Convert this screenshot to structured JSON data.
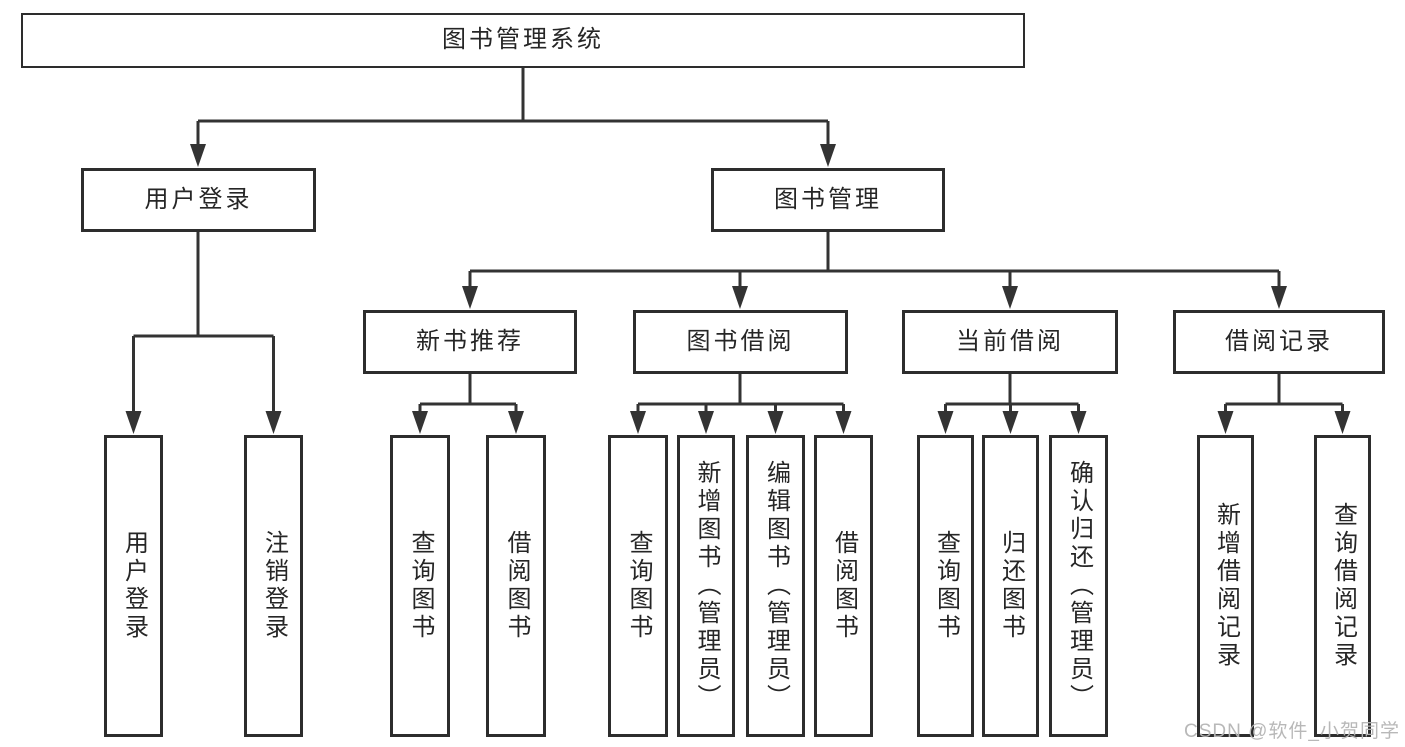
{
  "tree": {
    "root": {
      "label": "图书管理系统"
    },
    "branches": [
      {
        "label": "用户登录",
        "children": [
          {
            "label": "用户登录"
          },
          {
            "label": "注销登录"
          }
        ]
      },
      {
        "label": "图书管理",
        "children": [
          {
            "label": "新书推荐",
            "children": [
              {
                "label": "查询图书"
              },
              {
                "label": "借阅图书"
              }
            ]
          },
          {
            "label": "图书借阅",
            "children": [
              {
                "label": "查询图书"
              },
              {
                "label": "新增图书（管理员）"
              },
              {
                "label": "编辑图书（管理员）"
              },
              {
                "label": "借阅图书"
              }
            ]
          },
          {
            "label": "当前借阅",
            "children": [
              {
                "label": "查询图书"
              },
              {
                "label": "归还图书"
              },
              {
                "label": "确认归还（管理员）"
              }
            ]
          },
          {
            "label": "借阅记录",
            "children": [
              {
                "label": "新增借阅记录"
              },
              {
                "label": "查询借阅记录"
              }
            ]
          }
        ]
      }
    ]
  },
  "watermark": {
    "text": "CSDN @软件_小贺同学"
  },
  "colors": {
    "line": "#333333",
    "box_border": "#2d2d2d",
    "text": "#262626",
    "background": "#ffffff",
    "watermark": "#b5b5b5"
  }
}
